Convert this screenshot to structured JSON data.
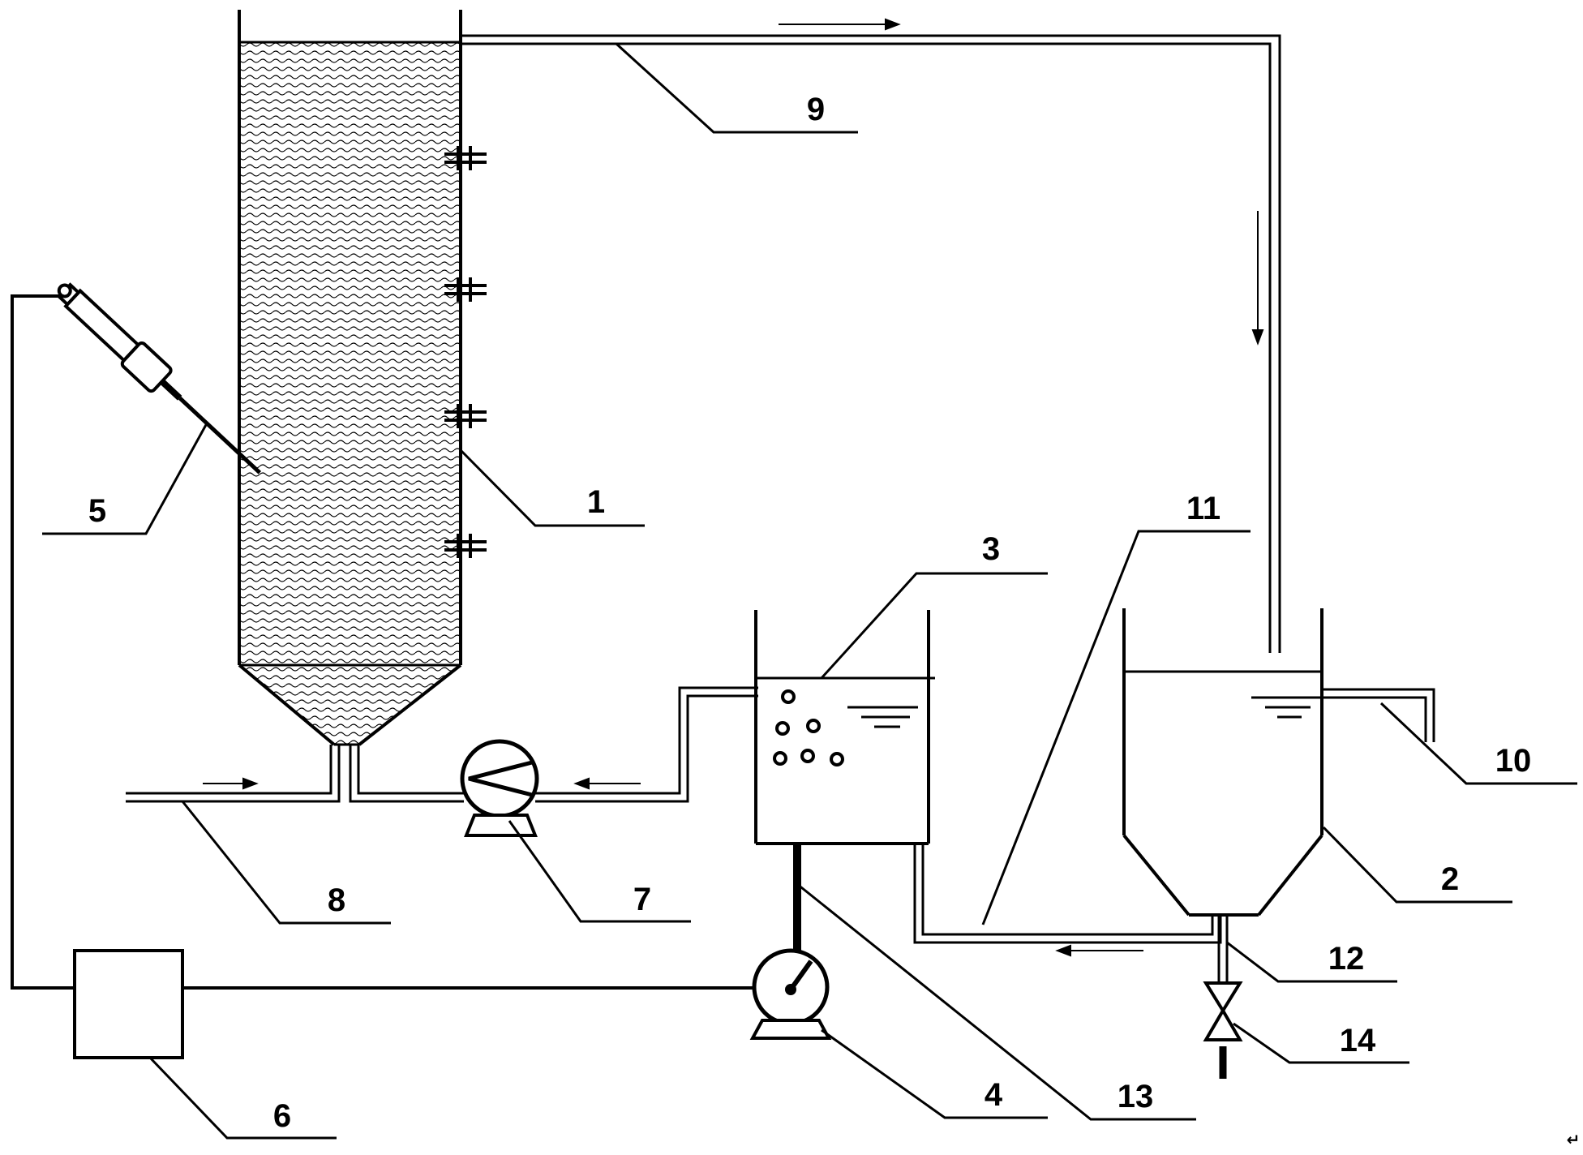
{
  "labels": {
    "l1": "1",
    "l2": "2",
    "l3": "3",
    "l4": "4",
    "l5": "5",
    "l6": "6",
    "l7": "7",
    "l8": "8",
    "l9": "9",
    "l10": "10",
    "l11": "11",
    "l12": "12",
    "l13": "13",
    "l14": "14"
  },
  "corner_mark": "↵",
  "colors": {
    "line": "#000000",
    "fill_pattern": "#000000",
    "background": "#ffffff"
  }
}
